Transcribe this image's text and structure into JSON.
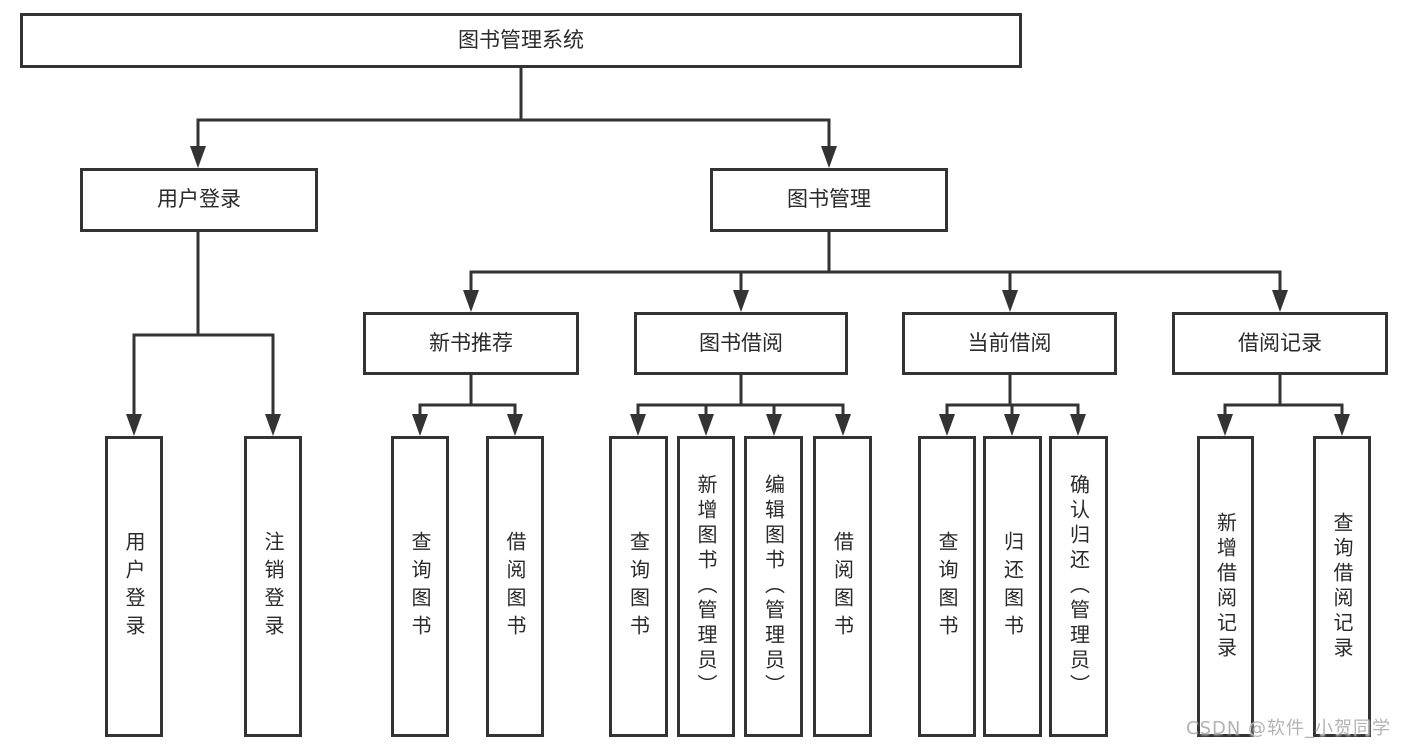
{
  "colors": {
    "line": "#333333",
    "text": "#2a2a2a",
    "bg": "#ffffff",
    "watermark": "#b3b3b3"
  },
  "tree": {
    "root": "图书管理系统",
    "children": [
      {
        "label": "用户登录",
        "children": [
          {
            "label": "用户登录"
          },
          {
            "label": "注销登录"
          }
        ]
      },
      {
        "label": "图书管理",
        "children": [
          {
            "label": "新书推荐",
            "children": [
              {
                "label": "查询图书"
              },
              {
                "label": "借阅图书"
              }
            ]
          },
          {
            "label": "图书借阅",
            "children": [
              {
                "label": "查询图书"
              },
              {
                "label": "新增图书（管理员）"
              },
              {
                "label": "编辑图书（管理员）"
              },
              {
                "label": "借阅图书"
              }
            ]
          },
          {
            "label": "当前借阅",
            "children": [
              {
                "label": "查询图书"
              },
              {
                "label": "归还图书"
              },
              {
                "label": "确认归还（管理员）"
              }
            ]
          },
          {
            "label": "借阅记录",
            "children": [
              {
                "label": "新增借阅记录"
              },
              {
                "label": "查询借阅记录"
              }
            ]
          }
        ]
      }
    ]
  },
  "watermark": {
    "text": "CSDN @软件_小贺同学"
  }
}
